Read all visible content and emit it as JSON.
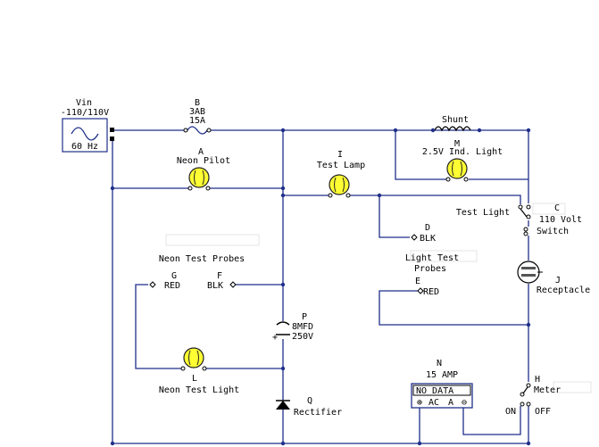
{
  "vin": {
    "title": "Vin",
    "range": "-110/110V",
    "freq": "60 Hz"
  },
  "fuse_b": {
    "id": "B",
    "type": "3AB",
    "rating": "15A"
  },
  "neon_pilot": {
    "id": "A",
    "name": "Neon Pilot"
  },
  "test_lamp": {
    "id": "I",
    "name": "Test Lamp"
  },
  "shunt": {
    "name": "Shunt"
  },
  "ind_light": {
    "id": "M",
    "name": "2.5V Ind. Light"
  },
  "switch_c": {
    "id": "C",
    "name1": "110 Volt",
    "name2": "Switch",
    "pos_label": "Test Light"
  },
  "probe_d": {
    "id": "D",
    "color": "BLK"
  },
  "light_probes": {
    "title1": "Light Test",
    "title2": "Probes"
  },
  "probe_e": {
    "id": "E",
    "color": "RED"
  },
  "receptacle": {
    "id": "J",
    "name": "Receptacle"
  },
  "neon_probes": {
    "title": "Neon Test Probes"
  },
  "probe_g": {
    "id": "G",
    "color": "RED"
  },
  "probe_f": {
    "id": "F",
    "color": "BLK"
  },
  "cap_p": {
    "id": "P",
    "value": "8MFD",
    "voltage": "250V"
  },
  "neon_light": {
    "id": "L",
    "name": "Neon Test Light"
  },
  "rectifier": {
    "id": "Q",
    "name": "Rectifier"
  },
  "meter_n": {
    "id": "N",
    "rating": "15 AMP",
    "readout": "NO DATA",
    "t_plus": "⊕",
    "t_ac": "AC",
    "t_a": "A",
    "t_minus": "⊖"
  },
  "meter_h": {
    "id": "H",
    "name": "Meter",
    "on": "ON",
    "off": "OFF"
  },
  "colors": {
    "wire": "#1f2f8a",
    "lamp": "#ffff33"
  }
}
